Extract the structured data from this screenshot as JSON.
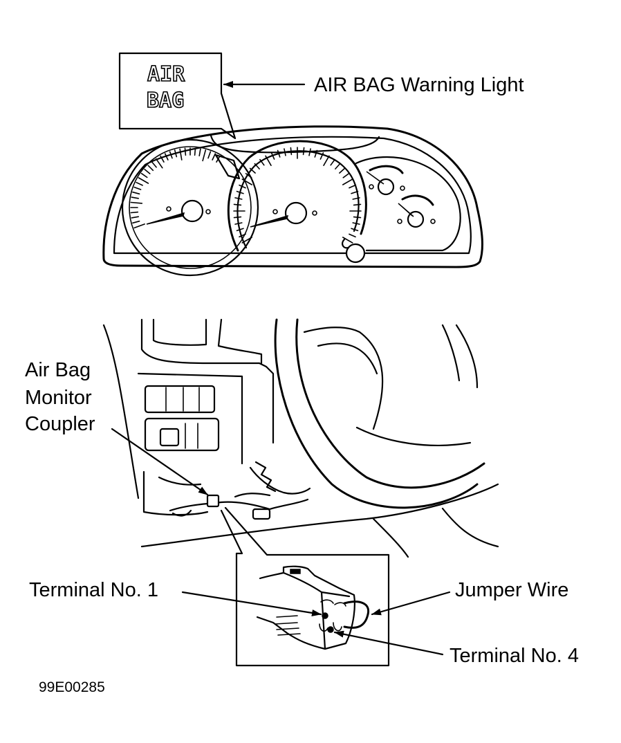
{
  "callout": {
    "lamp_line1": "AIR",
    "lamp_line2": "BAG"
  },
  "labels": {
    "warning_light": "AIR BAG Warning Light",
    "coupler_line1": "Air Bag",
    "coupler_line2": "Monitor",
    "coupler_line3": "Coupler",
    "terminal1": "Terminal No. 1",
    "terminal4": "Terminal No. 4",
    "jumper": "Jumper Wire"
  },
  "figure_code": "99E00285"
}
